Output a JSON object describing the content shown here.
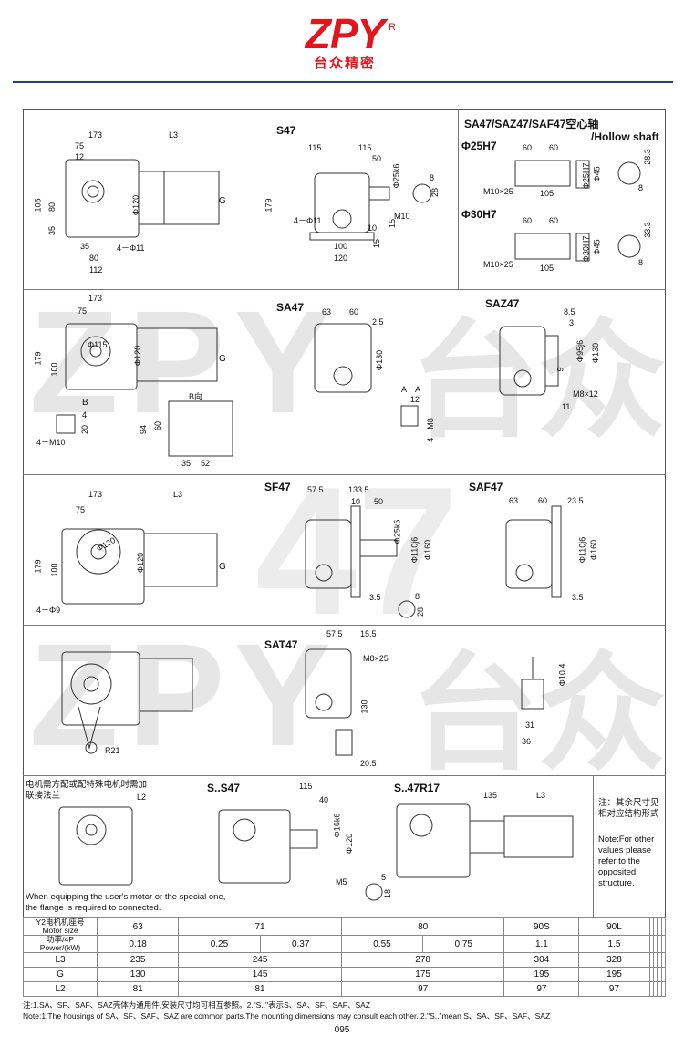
{
  "header": {
    "brand": "ZPY",
    "reg": "R",
    "brand_cn": "台众精密"
  },
  "watermark": {
    "text1": "ZPY",
    "text2": "台众",
    "model": "47"
  },
  "sections": {
    "s47": {
      "title": "S47",
      "d": [
        "173",
        "L3",
        "75",
        "12",
        "105",
        "80",
        "35",
        "Φ120",
        "G",
        "35",
        "4－Φ11",
        "80",
        "112",
        "115",
        "115",
        "50",
        "Φ25k6",
        "179",
        "4－Φ11",
        "10",
        "15",
        "100",
        "15",
        "120",
        "8",
        "28",
        "M10"
      ]
    },
    "hollow": {
      "title": "SA47/SAZ47/SAF47空心轴",
      "subtitle": "/Hollow shaft",
      "d25": "Φ25H7",
      "d30": "Φ30H7",
      "d": [
        "60",
        "60",
        "28.3",
        "Φ45",
        "Φ25H7",
        "M10×25",
        "105",
        "8",
        "60",
        "60",
        "33.3",
        "Φ45",
        "Φ30H7",
        "M10×25",
        "105",
        "8"
      ]
    },
    "sa47": {
      "title": "SA47",
      "d": [
        "173",
        "75",
        "Φ115",
        "179",
        "100",
        "Φ120",
        "G",
        "B",
        "B向",
        "4－M10",
        "4",
        "20",
        "94",
        "60",
        "35",
        "52",
        "63",
        "60",
        "2.5",
        "Φ130",
        "A－A",
        "12",
        "4－M8"
      ]
    },
    "saz47": {
      "title": "SAZ47",
      "d": [
        "8.5",
        "3",
        "Φ95j6",
        "Φ130",
        "9",
        "M8×12",
        "11"
      ]
    },
    "sf47": {
      "title": "SF47",
      "d": [
        "173",
        "L3",
        "75",
        "Φ120",
        "179",
        "100",
        "Φ120",
        "G",
        "4－Φ9",
        "57.5",
        "133.5",
        "10",
        "50",
        "Φ25k6",
        "Φ110j6",
        "Φ160",
        "3.5",
        "8",
        "28"
      ]
    },
    "saf47": {
      "title": "SAF47",
      "d": [
        "63",
        "60",
        "23.5",
        "Φ110j6",
        "Φ160",
        "3.5"
      ]
    },
    "sat47": {
      "title": "SAT47",
      "d": [
        "57.5",
        "15.5",
        "M8×25",
        "130",
        "20.5",
        "R21",
        "Φ10.4",
        "31",
        "36"
      ]
    },
    "motor_note": {
      "cn": "电机需方配或配特殊电机时需加联接法兰",
      "en": "When equipping the user's motor or the special one, the flange is required to connected.",
      "d": [
        "L2"
      ]
    },
    "s_s47": {
      "title": "S..S47",
      "d": [
        "115",
        "40",
        "Φ16k6",
        "Φ120",
        "M5",
        "5",
        "18"
      ]
    },
    "s_47r17": {
      "title": "S..47R17",
      "d": [
        "135",
        "L3"
      ]
    },
    "side_note": {
      "cn": "注：其余尺寸见相对应结构形式",
      "en": "Note:For other values please refer to the opposited structure."
    }
  },
  "table": {
    "motor_label_cn": "Y2电机机座号",
    "motor_label_en": "Motor size",
    "power_label_cn": "功率/4P",
    "power_label_en": "Power/(kW)",
    "sizes": [
      "63",
      "71",
      "80",
      "90S",
      "90L"
    ],
    "powers": [
      "0.18",
      "0.25",
      "0.37",
      "0.55",
      "0.75",
      "1.1",
      "1.5"
    ],
    "rows": [
      {
        "label": "L3",
        "values": [
          "235",
          "245",
          "278",
          "304",
          "328"
        ]
      },
      {
        "label": "G",
        "values": [
          "130",
          "145",
          "175",
          "195",
          "195"
        ]
      },
      {
        "label": "L2",
        "values": [
          "81",
          "81",
          "97",
          "97",
          "97"
        ]
      }
    ]
  },
  "footer": {
    "cn": "注:1.SA、SF、SAF、SAZ壳体为通用件,安装尺寸均可相互参照。2.\"S..\"表示S、SA、SF、SAF、SAZ",
    "en": "Note:1.The housings of SA、SF、SAF、SAZ are common parts.The mounting dimensions may consult each other. 2.\"S..\"mean S、SA、SF、SAF、SAZ",
    "page": "095"
  }
}
